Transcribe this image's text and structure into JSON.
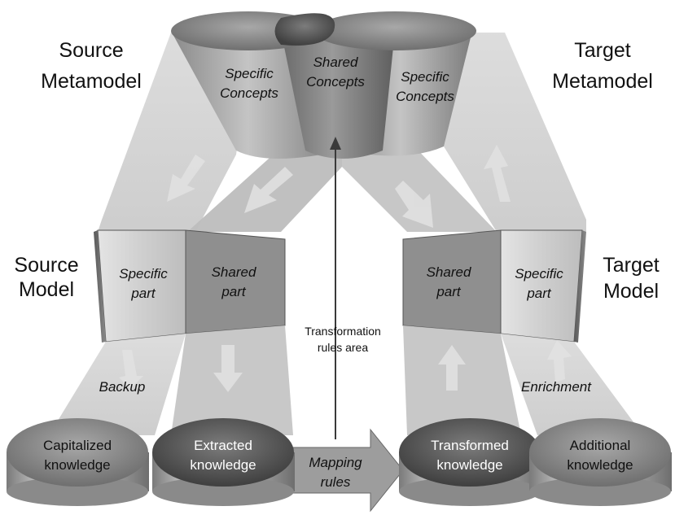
{
  "metamodels": {
    "source_title_line1": "Source",
    "source_title_line2": "Metamodel",
    "target_title_line1": "Target",
    "target_title_line2": "Metamodel",
    "left_specific_line1": "Specific",
    "left_specific_line2": "Concepts",
    "shared_line1": "Shared",
    "shared_line2": "Concepts",
    "right_specific_line1": "Specific",
    "right_specific_line2": "Concepts"
  },
  "models": {
    "source_title_line1": "Source",
    "source_title_line2": "Model",
    "target_title_line1": "Target",
    "target_title_line2": "Model",
    "source_specific_line1": "Specific",
    "source_specific_line2": "part",
    "source_shared_line1": "Shared",
    "source_shared_line2": "part",
    "target_shared_line1": "Shared",
    "target_shared_line2": "part",
    "target_specific_line1": "Specific",
    "target_specific_line2": "part"
  },
  "center": {
    "rules_area_line1": "Transformation",
    "rules_area_line2": "rules area"
  },
  "flows": {
    "backup": "Backup",
    "enrichment": "Enrichment",
    "mapping_line1": "Mapping",
    "mapping_line2": "rules"
  },
  "knowledge": {
    "capitalized_line1": "Capitalized",
    "capitalized_line2": "knowledge",
    "extracted_line1": "Extracted",
    "extracted_line2": "knowledge",
    "transformed_line1": "Transformed",
    "transformed_line2": "knowledge",
    "additional_line1": "Additional",
    "additional_line2": "knowledge"
  },
  "colors": {
    "light_band": "#cfcfcf",
    "mid_gray": "#a0a0a0",
    "dark_gray": "#6f6f6f",
    "arrow_line": "#3a3a3a"
  }
}
